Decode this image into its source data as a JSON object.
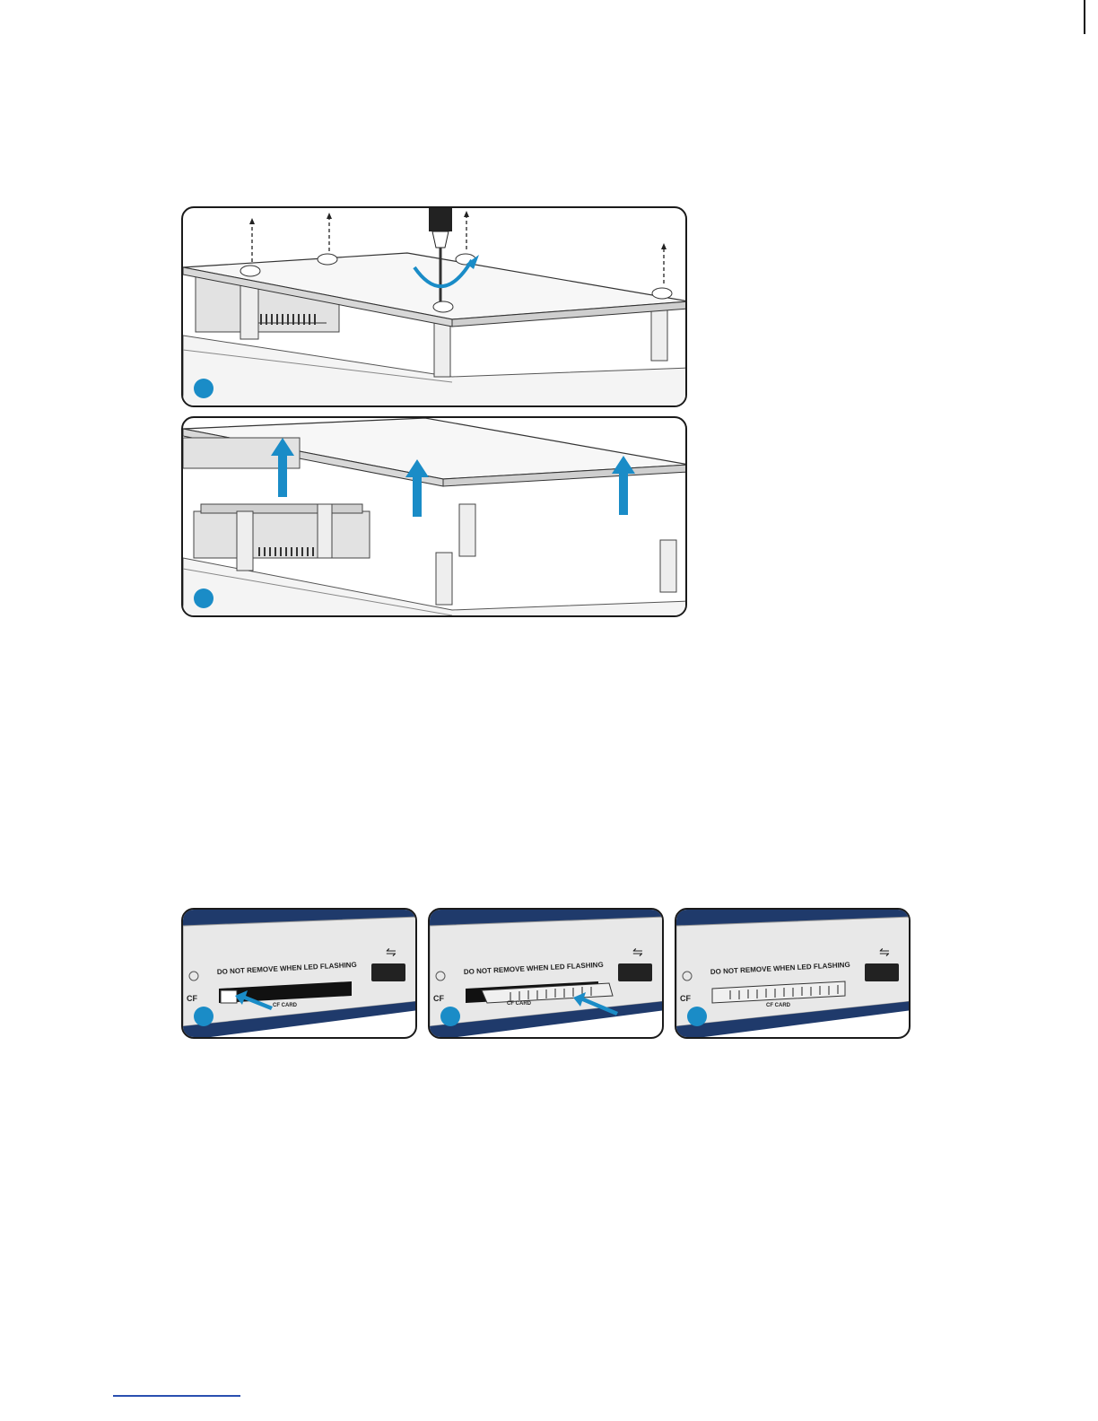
{
  "figure_top": {
    "panels": [
      {
        "name": "remove-screws"
      },
      {
        "name": "lift-board"
      }
    ]
  },
  "figure_bottom": {
    "panels": [
      {
        "warning": "DO NOT REMOVE WHEN LED FLASHING",
        "slot_label": "CF CARD",
        "led_label": "CF"
      },
      {
        "warning": "DO NOT REMOVE WHEN LED FLASHING",
        "slot_label": "CF CARD",
        "led_label": "CF"
      },
      {
        "warning": "DO NOT REMOVE WHEN LED FLASHING",
        "slot_label": "CF CARD",
        "led_label": "CF"
      }
    ]
  },
  "colors": {
    "accent": "#1a8cc7",
    "chassis_navy": "#1f3a6b",
    "outline": "#1a1a1a"
  }
}
